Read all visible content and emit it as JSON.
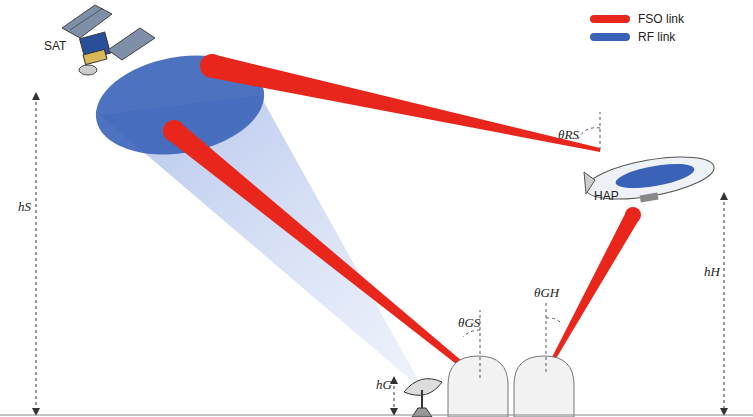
{
  "diagram": {
    "labels": [
      "SAT",
      "θRS",
      "HAP",
      "hS",
      "hH",
      "θGS",
      "θGH",
      "hG"
    ],
    "legend": [
      {
        "text": "FSO link",
        "color": "#e8261c"
      },
      {
        "text": "RF link",
        "color": "#3a63b8"
      }
    ]
  }
}
